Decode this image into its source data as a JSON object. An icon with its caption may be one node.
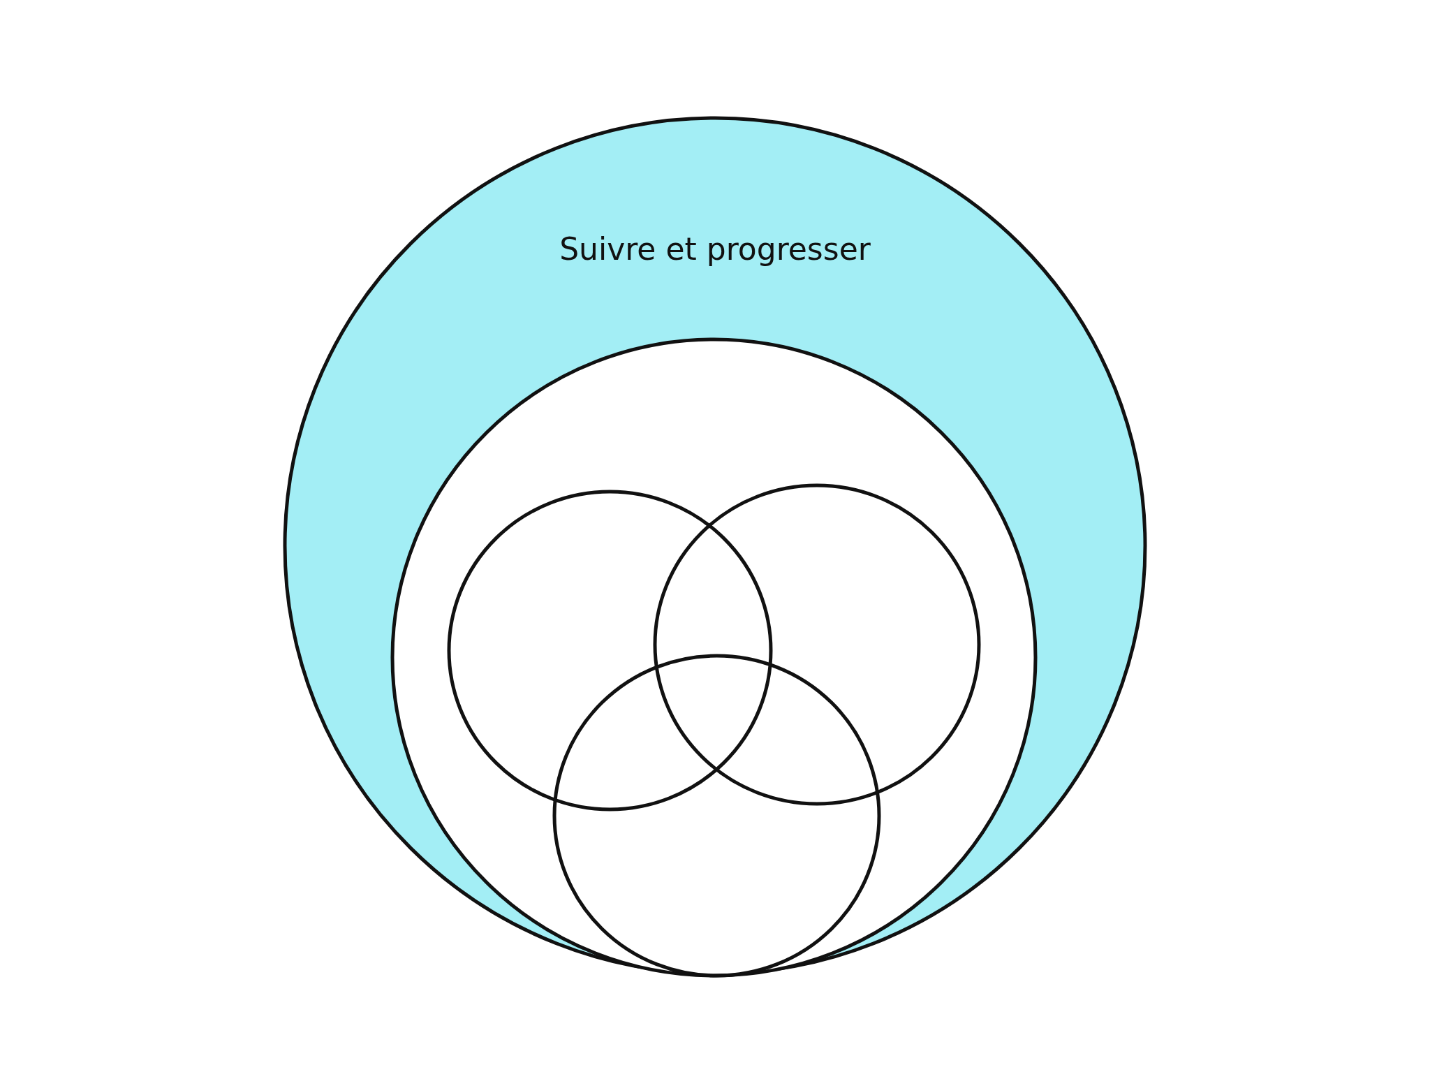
{
  "diagram": {
    "nodes": [
      {
        "text": [
          "Suivre et progresser"
        ]
      },
      {
        "text": [],
        "shape": "circle",
        "in": 0
      },
      {
        "text": [],
        "shape": "circle",
        "in": 1
      },
      {
        "text": [],
        "shape": "circle",
        "in": 1
      },
      {
        "text": [],
        "shape": "circle",
        "in": 1
      }
    ]
  }
}
